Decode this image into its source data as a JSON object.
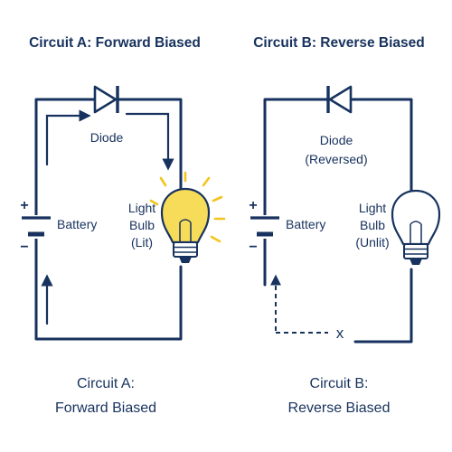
{
  "colors": {
    "ink": "#17325e",
    "bulb_lit": "#f7dc5a",
    "bulb_glow": "#f3c51c",
    "bulb_unlit": "#ffffff",
    "background": "#ffffff"
  },
  "circuit_a": {
    "title": "Circuit A: Forward Biased",
    "diode_label": "Diode",
    "battery_label": "Battery",
    "battery_plus": "+",
    "battery_minus": "−",
    "bulb_label": [
      "Light",
      "Bulb",
      "(Lit)"
    ],
    "bulb_state": "lit",
    "caption": [
      "Circuit A:",
      "Forward Biased"
    ]
  },
  "circuit_b": {
    "title": "Circuit B: Reverse Biased",
    "diode_label": [
      "Diode",
      "(Reversed)"
    ],
    "battery_label": "Battery",
    "battery_plus": "+",
    "battery_minus": "−",
    "bulb_label": [
      "Light",
      "Bulb",
      "(Unlit)"
    ],
    "bulb_state": "unlit",
    "break_mark": "x",
    "caption": [
      "Circuit B:",
      "Reverse Biased"
    ]
  }
}
